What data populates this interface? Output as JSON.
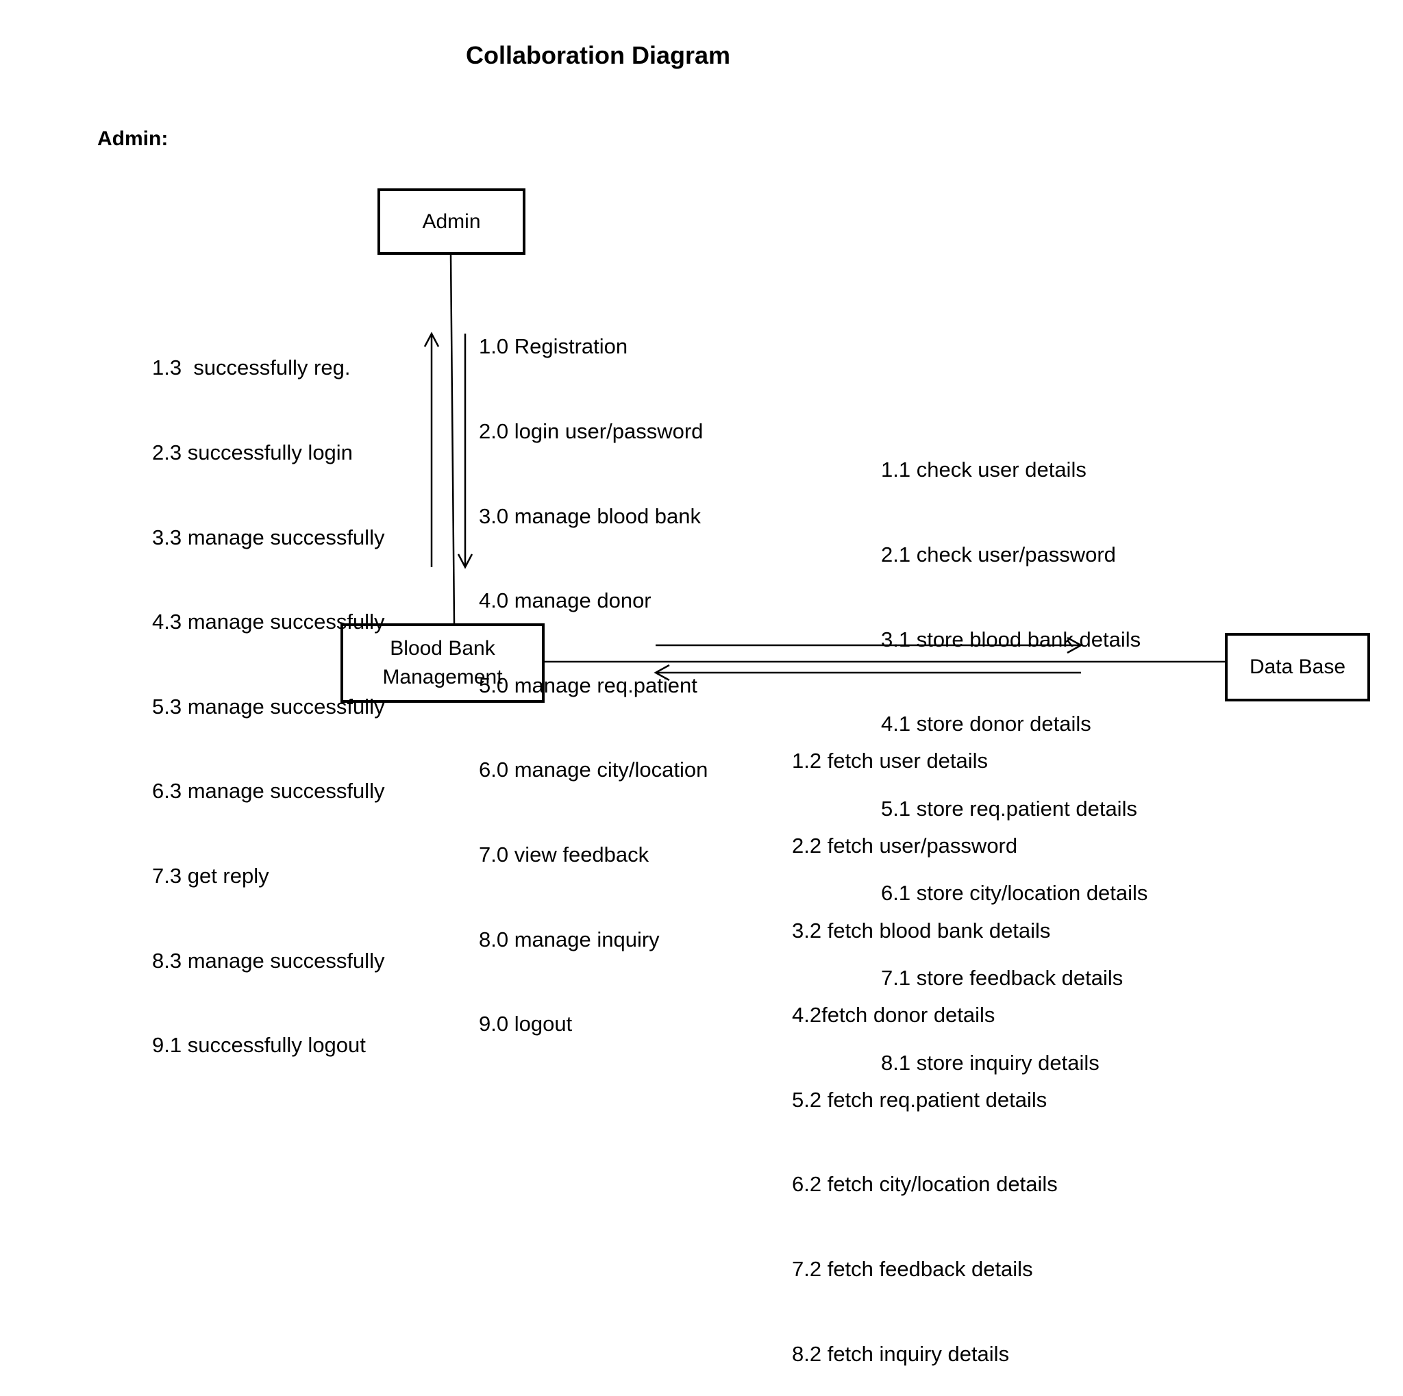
{
  "title": "Collaboration Diagram",
  "section_label": "Admin:",
  "objects": {
    "admin": {
      "label": "Admin"
    },
    "blood_bank": {
      "line1": "Blood Bank",
      "line2": "Management"
    },
    "database": {
      "label": "Data Base"
    }
  },
  "messages": {
    "admin_to_system": [
      "1.0 Registration",
      "2.0 login user/password",
      "3.0 manage blood bank",
      "4.0 manage donor",
      "5.0 manage req.patient",
      "6.0 manage city/location",
      "7.0 view feedback",
      "8.0 manage inquiry",
      "9.0 logout"
    ],
    "system_to_admin": [
      "1.3  successfully reg.",
      "2.3 successfully login",
      "3.3 manage successfully",
      "4.3 manage successfully",
      "5.3 manage successfully",
      "6.3 manage successfully",
      "7.3 get reply",
      "8.3 manage successfully",
      "9.1 successfully logout"
    ],
    "system_to_database": [
      "1.1 check user details",
      "2.1 check user/password",
      "3.1 store blood bank details",
      "4.1 store donor details",
      "5.1 store req.patient details",
      "6.1 store city/location details",
      "7.1 store feedback details",
      "8.1 store inquiry details"
    ],
    "database_to_system": [
      "1.2 fetch user details",
      "2.2 fetch user/password",
      "3.2 fetch blood bank details",
      "4.2fetch donor details",
      "5.2 fetch req.patient details",
      "6.2 fetch city/location details",
      "7.2 fetch feedback details",
      "8.2 fetch inquiry details"
    ]
  }
}
